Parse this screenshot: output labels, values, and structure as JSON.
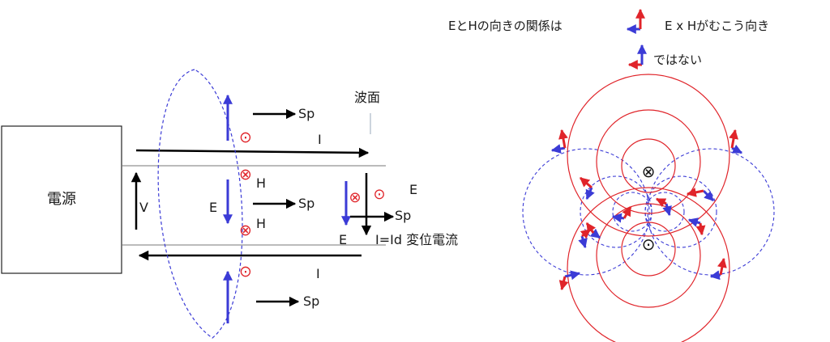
{
  "legend": {
    "text_relation": "EとHの向きの関係は",
    "text_ok": "E x Hがむこう向き",
    "text_not": "ではない",
    "colors": {
      "e_field": "#3b3bd6",
      "h_field": "#e0242a"
    }
  },
  "circuit": {
    "source_label": "電源",
    "voltage_label": "V",
    "wavefront_label": "波面",
    "current_label_top": "I",
    "current_label_bottom": "I",
    "e_label_mid": "E",
    "e_label_front_top": "E",
    "e_label_front_bottom": "E",
    "h_label_1": "H",
    "h_label_2": "H",
    "poynting_label": "Sp",
    "displacement_label": "I=Id 変位電流",
    "dot_symbol": "⊙",
    "cross_symbol": "⊗"
  },
  "field_pattern": {
    "wire_in_symbol": "⊗",
    "wire_out_symbol": "⊙"
  }
}
